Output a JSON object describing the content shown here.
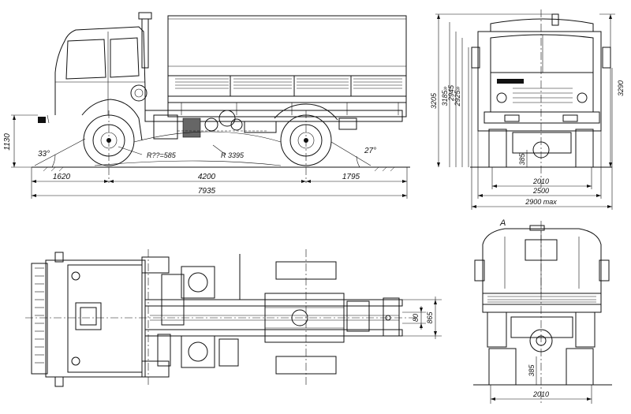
{
  "colors": {
    "ink": "#111111",
    "paper": "#ffffff"
  },
  "side_view": {
    "dims": {
      "front_overhang": "1620",
      "wheelbase": "4200",
      "rear_overhang": "1795",
      "overall_length": "7935",
      "platform_height": "1130",
      "approach_angle": "33°",
      "departure_angle": "27°",
      "front_radius": "R??=585",
      "ramp_radius": "R 3395"
    }
  },
  "front_view": {
    "dims": {
      "height_3205": "3205",
      "height_3185": "3185»",
      "height_2945": "2945",
      "height_2925": "2925»",
      "height_3290": "3290",
      "clearance": "385",
      "track": "2010",
      "width": "2500",
      "max_width": "2900 max"
    }
  },
  "plan_view": {
    "dims": {
      "frame_width_80": "80",
      "frame_width_865": "865"
    }
  },
  "rear_view": {
    "label": "A",
    "dims": {
      "clearance": "385",
      "track": "2010"
    }
  }
}
